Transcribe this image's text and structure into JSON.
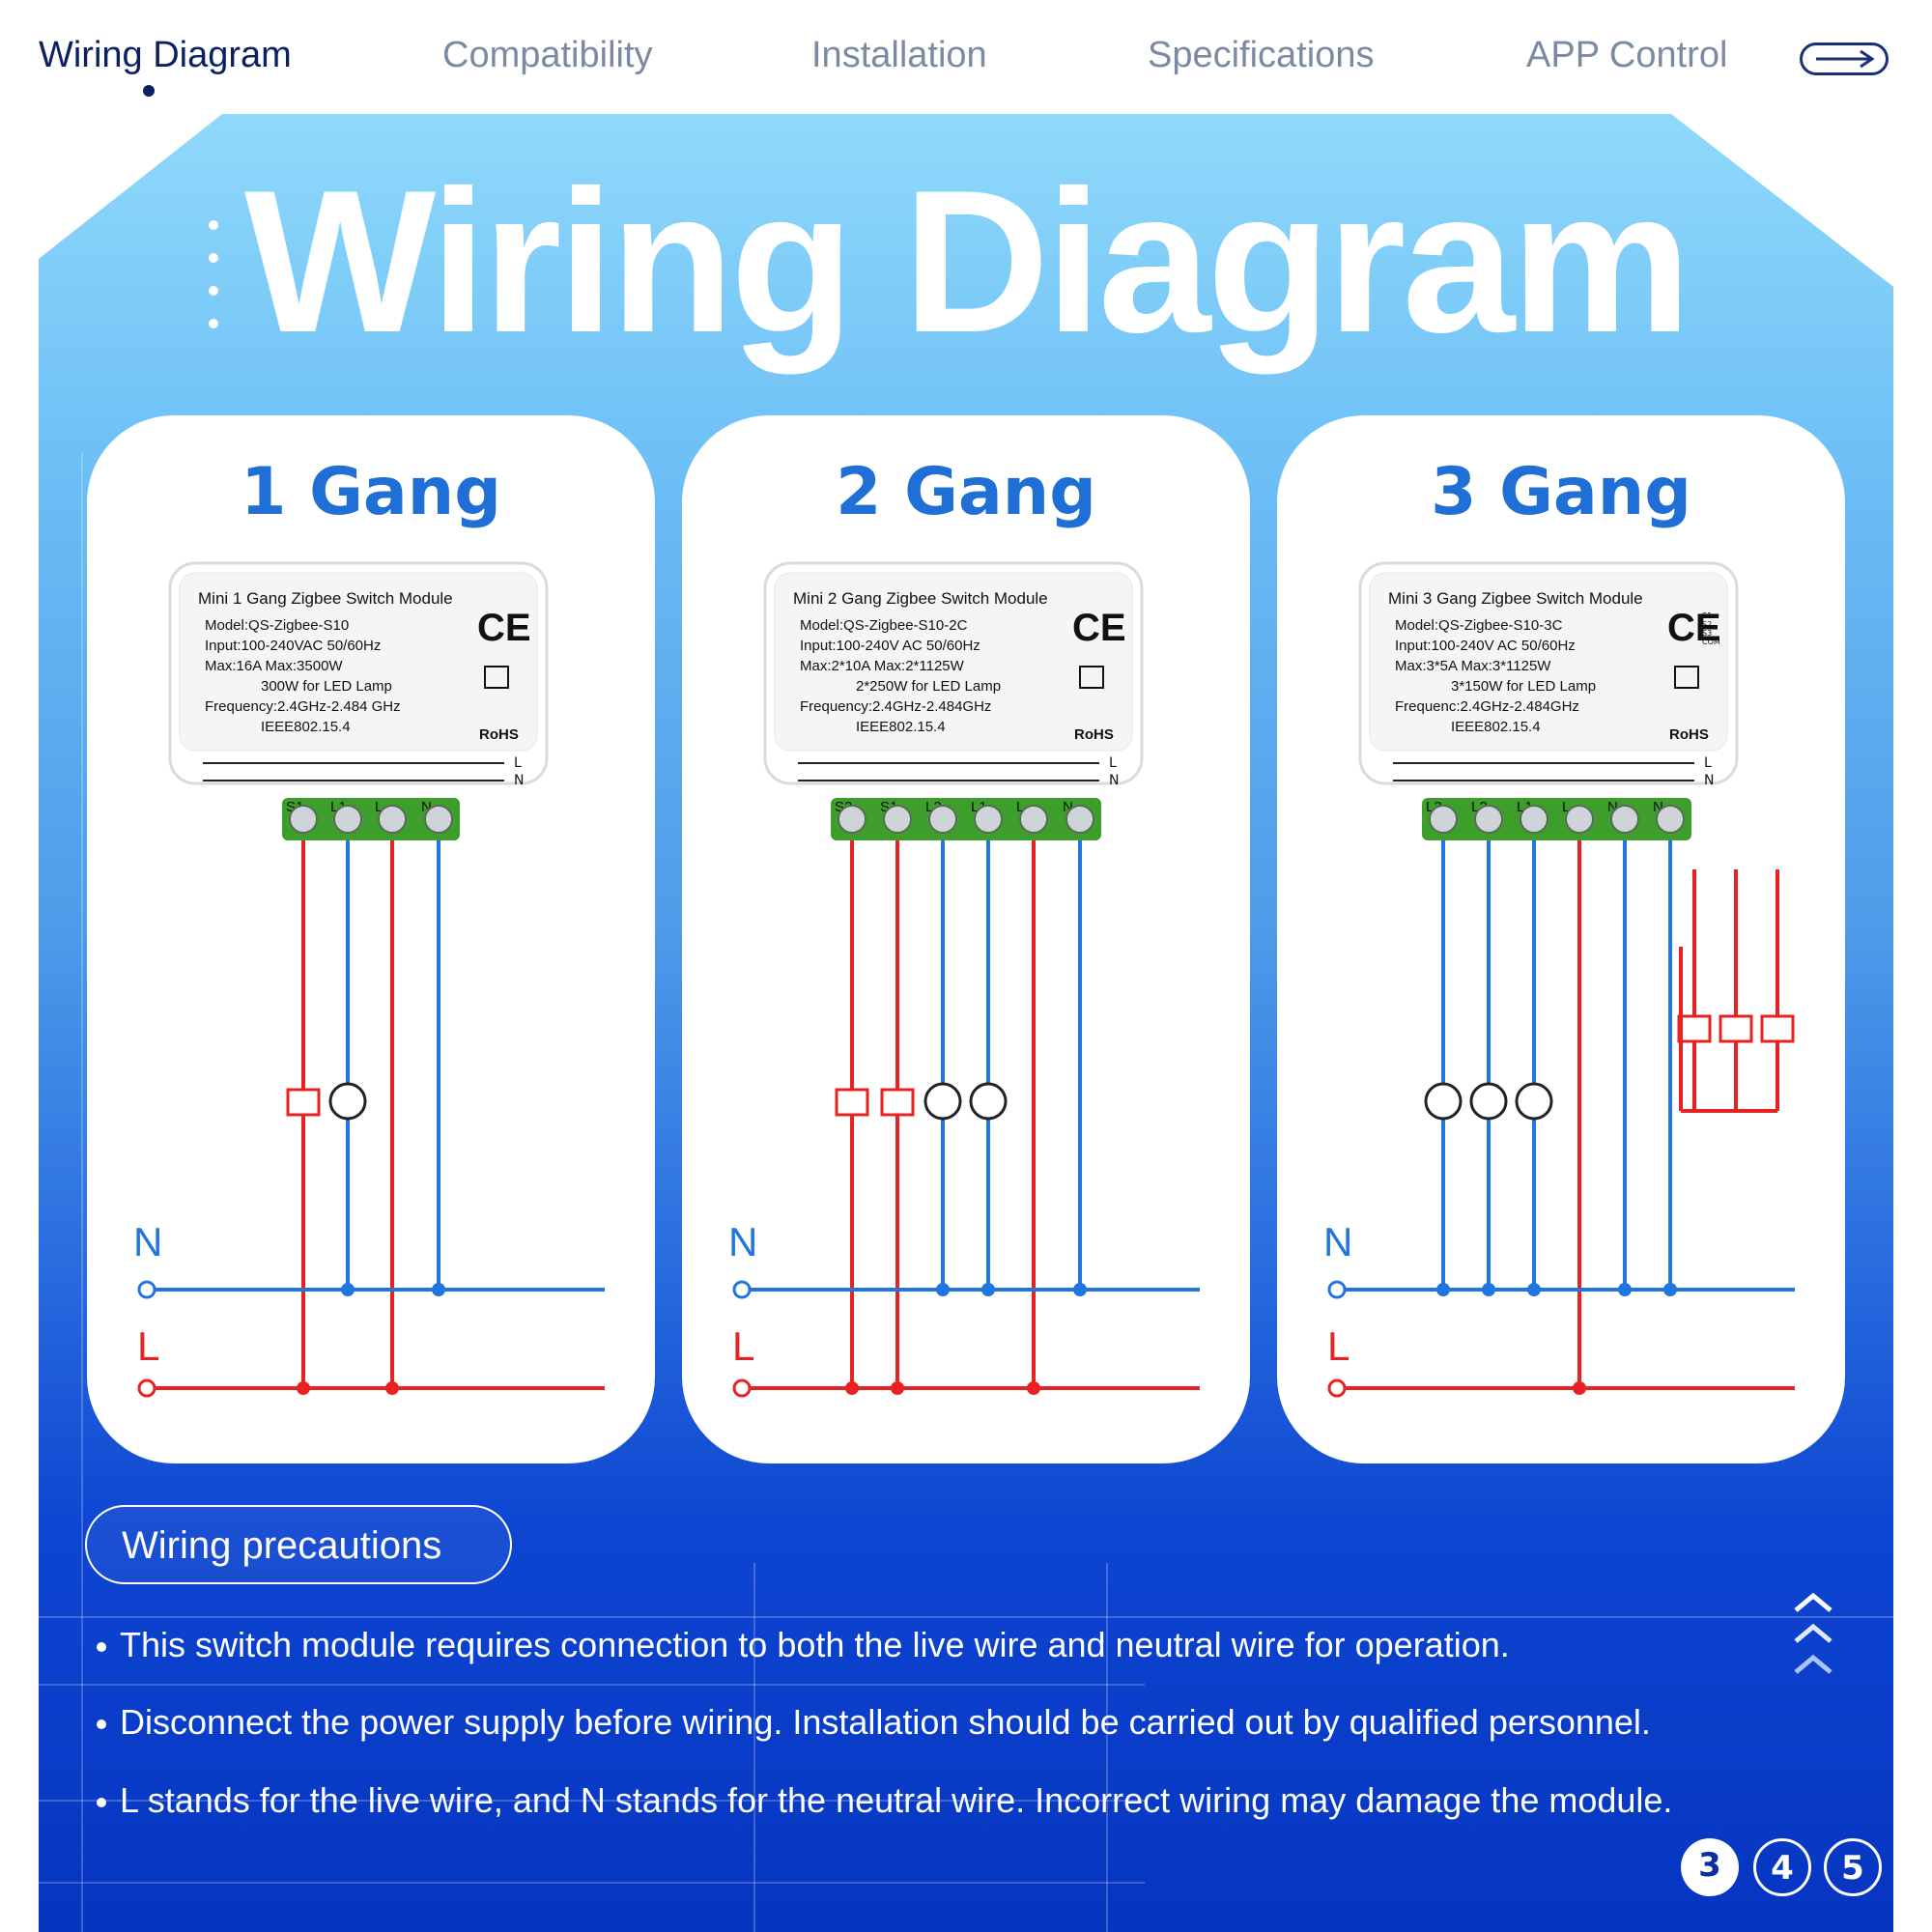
{
  "nav": {
    "tabs": [
      {
        "label": "Wiring Diagram",
        "active": true
      },
      {
        "label": "Compatibility",
        "active": false
      },
      {
        "label": "Installation",
        "active": false
      },
      {
        "label": "Specifications",
        "active": false
      },
      {
        "label": "APP Control",
        "active": false
      }
    ],
    "next_icon": "arrow-right-icon"
  },
  "hero": {
    "title": "Wiring Diagram"
  },
  "colors": {
    "accent": "#1f6fd6",
    "live": "#e82222",
    "neutral": "#2175e0",
    "terminal": "#3e9e2b",
    "nav_active": "#0b1f63"
  },
  "cards": [
    {
      "title": "1 Gang",
      "module": {
        "name": "Mini 1 Gang Zigbee Switch Module",
        "specs": [
          "Model:QS-Zigbee-S10",
          "Input:100-240VAC   50/60Hz",
          "Max:16A    Max:3500W",
          "300W for LED Lamp",
          "Frequency:2.4GHz-2.484 GHz",
          "IEEE802.15.4"
        ],
        "terminals": [
          "S1",
          "L1",
          "L",
          "N"
        ],
        "rohs": "RoHS",
        "ce": "CE",
        "bus_labels": [
          "L",
          "N"
        ]
      },
      "n_label": "N",
      "l_label": "L"
    },
    {
      "title": "2 Gang",
      "module": {
        "name": "Mini 2 Gang Zigbee Switch Module",
        "specs": [
          "Model:QS-Zigbee-S10-2C",
          "Input:100-240V AC  50/60Hz",
          "Max:2*10A    Max:2*1125W",
          "2*250W for LED Lamp",
          "Frequency:2.4GHz-2.484GHz",
          "IEEE802.15.4"
        ],
        "terminals": [
          "S2",
          "S1",
          "L2",
          "L1",
          "L",
          "N"
        ],
        "rohs": "RoHS",
        "ce": "CE",
        "bus_labels": [
          "L",
          "N"
        ]
      },
      "n_label": "N",
      "l_label": "L"
    },
    {
      "title": "3 Gang",
      "module": {
        "name": "Mini 3 Gang Zigbee Switch Module",
        "specs": [
          "Model:QS-Zigbee-S10-3C",
          "Input:100-240V AC  50/60Hz",
          "Max:3*5A    Max:3*1125W",
          "3*150W for LED Lamp",
          "Frequenc:2.4GHz-2.484GHz",
          "IEEE802.15.4"
        ],
        "terminals": [
          "L3",
          "L2",
          "L1",
          "L",
          "N",
          "N"
        ],
        "rohs": "RoHS",
        "ce": "CE",
        "bus_labels": [
          "L",
          "N"
        ],
        "side_labels": [
          "S1",
          "S2",
          "S3",
          "COM"
        ]
      },
      "n_label": "N",
      "l_label": "L"
    }
  ],
  "precautions": {
    "title": "Wiring precautions",
    "items": [
      "This switch module requires connection to both the live wire and neutral wire for operation.",
      "Disconnect the power supply before wiring. Installation should be carried out by qualified personnel.",
      "L stands for the live wire, and N stands for the neutral wire. Incorrect wiring may damage the module."
    ]
  },
  "pagination": {
    "pages": [
      "3",
      "4",
      "5"
    ],
    "current": "3"
  }
}
